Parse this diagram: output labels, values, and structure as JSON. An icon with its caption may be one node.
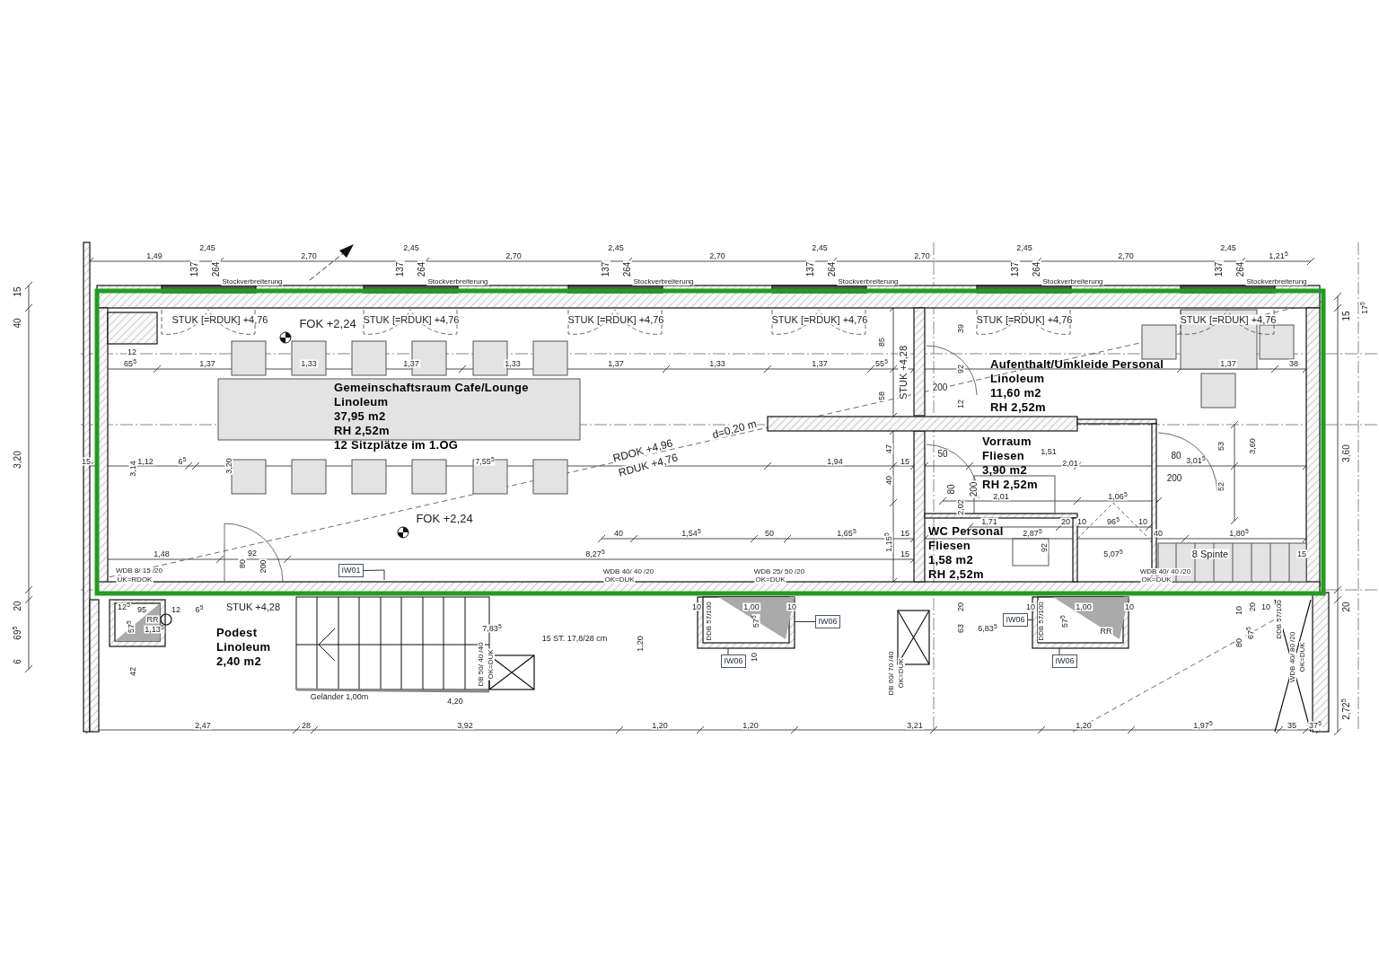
{
  "diagram": {
    "nodes": [
      {
        "text": [
          "Gemeinschaftsraum  Cafe/Lounge",
          "Linoleum",
          "37,95 m2",
          "RH 2,52m",
          "12 Sitzplätze im 1.OG"
        ]
      },
      {
        "text": [
          "Aufenthalt/Umkleide Personal",
          "Linoleum",
          "11,60 m2",
          "RH 2,52m"
        ]
      },
      {
        "text": [
          "Vorraum",
          "Fliesen",
          "3,90 m2",
          "RH 2,52m"
        ]
      },
      {
        "text": [
          "WC Personal",
          "Fliesen",
          "1,58 m2",
          "RH 2,52m"
        ]
      },
      {
        "text": [
          "Podest",
          "Linoleum",
          "2,40 m2"
        ]
      },
      {
        "text": [
          "IW01"
        ]
      },
      {
        "text": [
          "IW06"
        ]
      },
      {
        "text": [
          "IW06"
        ]
      },
      {
        "text": [
          "IW06"
        ]
      },
      {
        "text": [
          "IW06"
        ]
      },
      {
        "text": [],
        "shape": "box"
      },
      {
        "text": [],
        "shape": "box"
      }
    ],
    "edges": [
      {
        "from": 5,
        "to": null,
        "arrow": "none"
      },
      {
        "from": 6,
        "to": 10,
        "arrow": "none"
      },
      {
        "from": 7,
        "to": 10,
        "arrow": "none"
      },
      {
        "from": 8,
        "to": 11,
        "arrow": "none"
      },
      {
        "from": 9,
        "to": 11,
        "arrow": "none"
      }
    ],
    "labels": [
      "2,45",
      "2,45",
      "2,45",
      "2,45",
      "2,45",
      "2,45",
      "1,49",
      "2,70",
      "2,70",
      "2,70",
      "2,70",
      "2,70",
      "1,21$^{5}$",
      "137",
      "264",
      "Stockverbreiterung",
      "137",
      "264",
      "Stockverbreiterung",
      "137",
      "264",
      "Stockverbreiterung",
      "137",
      "264",
      "Stockverbreiterung",
      "137",
      "264",
      "Stockverbreiterung",
      "137",
      "264",
      "Stockverbreiterung",
      "15",
      "40",
      "3,20",
      "20",
      "69$^{5}$",
      "6",
      "STUK [=RDUK] +4,76",
      "STUK [=RDUK] +4,76",
      "STUK [=RDUK] +4,76",
      "STUK [=RDUK] +4,76",
      "STUK [=RDUK] +4,76",
      "STUK [=RDUK] +4,76",
      "FOK +2,24",
      "12",
      "65$^{5}$",
      "1,37",
      "1,33",
      "1,37",
      "1,33",
      "1,37",
      "1,33",
      "1,37",
      "55$^{5}$",
      "1,37",
      "38",
      "85",
      "STUK +4,28",
      "58",
      "39",
      "92",
      "12",
      "200",
      "d=0,20 m",
      "RDOK +4,96",
      "RDUK +4,76",
      "15",
      "3,14",
      "1,12",
      "6$^{5}$",
      "3,20",
      "7,55$^{5}$",
      "1,94",
      "47",
      "15",
      "40",
      "50",
      "1,51",
      "2,01",
      "80",
      "200",
      "80",
      "3,01$^{5}$",
      "200",
      "53",
      "52",
      "3,60",
      "3,60",
      "15",
      "17$^{5}$",
      "2,01",
      "1,06$^{5}$",
      "2,02",
      "1,71",
      "20",
      "10",
      "96$^{5}$",
      "10",
      "40",
      "1,54$^{5}$",
      "50",
      "1,65$^{5}$",
      "15",
      "1,15$^{5}$",
      "2,87$^{5}$",
      "40",
      "1,80$^{5}$",
      "1,48",
      "92",
      "80",
      "200",
      "8,27$^{5}$",
      "15",
      "92",
      "5,07$^{5}$",
      "8 Spinte",
      "15",
      "WDB 8/ 15 /20",
      "UK=RDOK",
      "WDB 40/ 40 /20",
      "OK=DUK",
      "WDB 25/ 50 /20",
      "OK=DUK",
      "WDB 40/ 40 /20",
      "OK=DUK",
      "12$^{5}$",
      "95",
      "12",
      "6$^{5}$",
      "STUK +4,28",
      "RR",
      "1,13$^{5}$",
      "57$^{5}$",
      "42",
      "7,83$^{5}$",
      "15 ST. 17,8/28 cm",
      "1,20",
      "10",
      "1,00",
      "10",
      "57$^{5}$",
      "10",
      "DDB 57/100",
      "DB 50/ 40 /40",
      "OK=DUK",
      "Geländer 1,00m",
      "4,20",
      "20",
      "63",
      "6,83$^{5}$",
      "10",
      "1,00",
      "10",
      "57$^{5}$",
      "RR",
      "DDB 57/100",
      "DB 60/ 70 /40",
      "OK=DUK",
      "10",
      "20",
      "67$^{5}$",
      "80",
      "10",
      "DDB 57/100",
      "WDB 40/ 80 /20",
      "OK=DUK",
      "20",
      "2,72$^{5}$",
      "2,47",
      "28",
      "3,92",
      "1,20",
      "1,20",
      "3,21",
      "1,20",
      "1,97$^{5}$",
      "35",
      "37$^{5}$",
      "FOK +2,24"
    ]
  }
}
